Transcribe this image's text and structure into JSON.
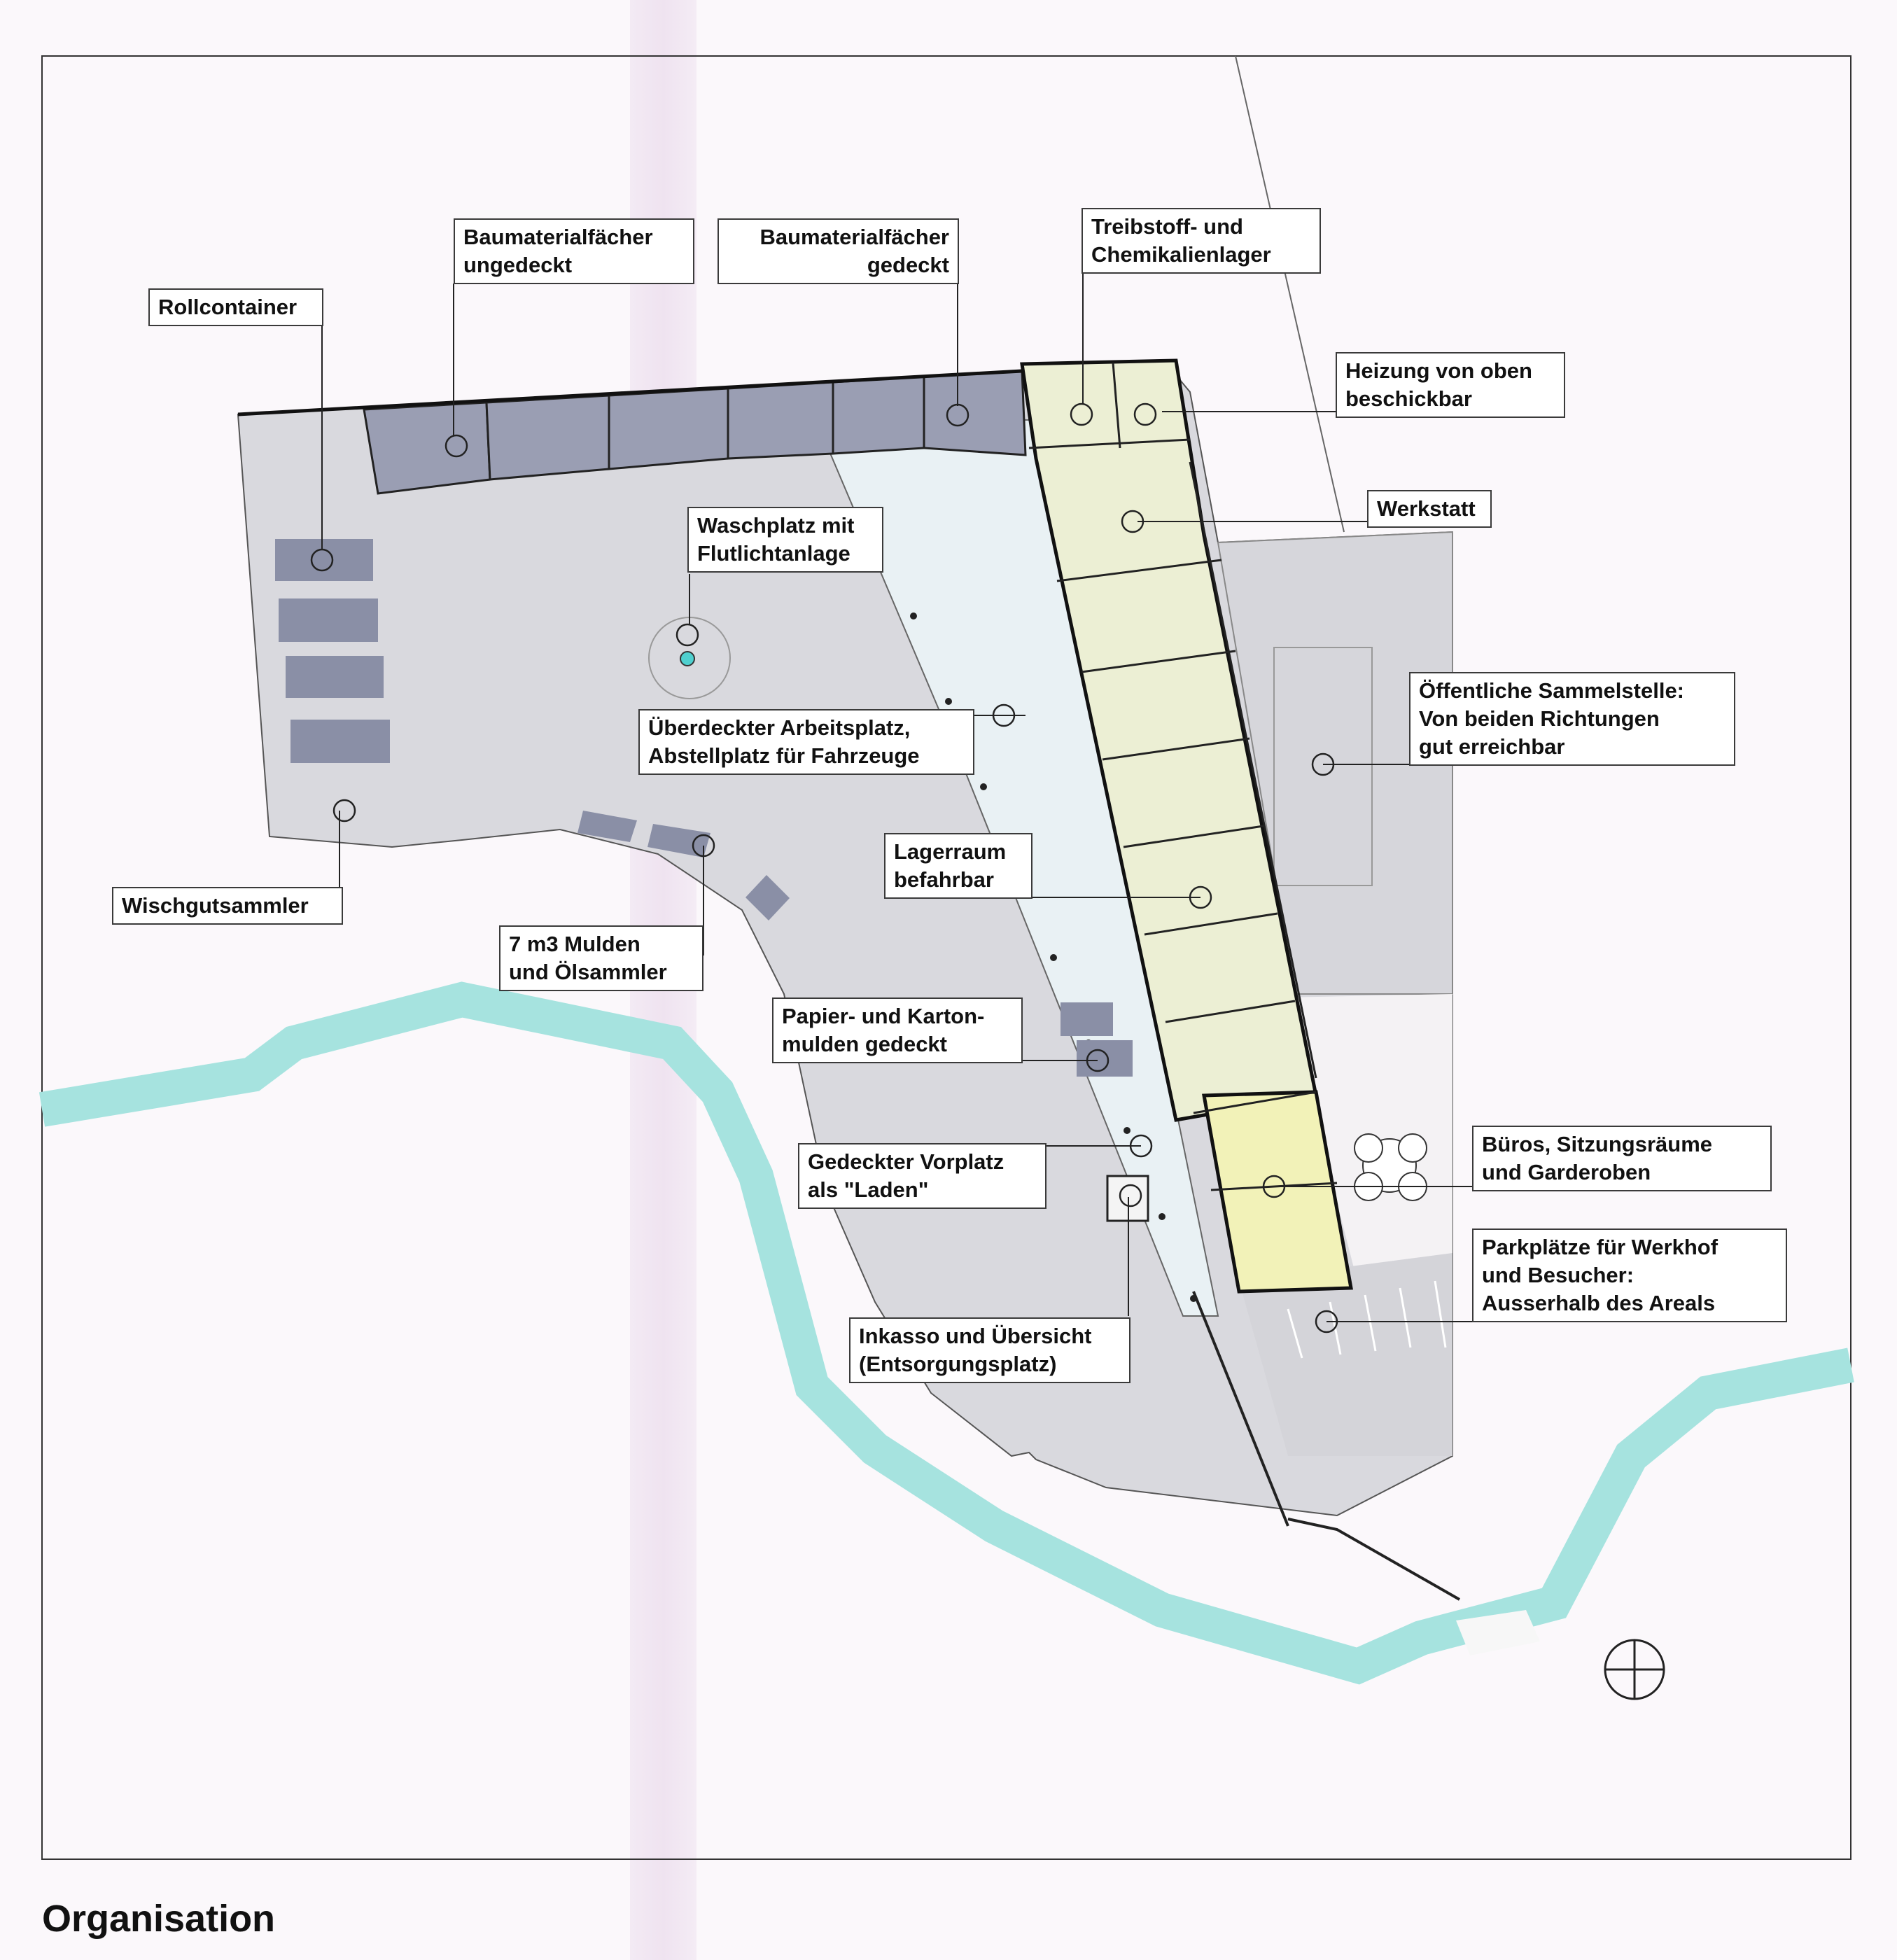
{
  "title": "Organisation",
  "colors": {
    "ground": "#d9d9de",
    "bay": "#9a9eb3",
    "container": "#8a8fa6",
    "building": "#ecefd4",
    "office": "#f2f2b8",
    "covered_area": "#e9f1f4",
    "river": "#a6e3df",
    "wash_point": "#4fd0cf"
  },
  "icons": {
    "compass": "north-arrow-icon",
    "tree": "tree-icon",
    "reference_marker": "circle-marker-icon"
  },
  "labels": {
    "rollcontainer": [
      "Rollcontainer"
    ],
    "baumaterial_ungedeckt": [
      "Baumaterialfächer",
      "ungedeckt"
    ],
    "baumaterial_gedeckt": [
      "Baumaterialfächer",
      "gedeckt"
    ],
    "treibstoff": [
      "Treibstoff- und",
      "Chemikalienlager"
    ],
    "heizung": [
      "Heizung von oben",
      "beschickbar"
    ],
    "werkstatt": [
      "Werkstatt"
    ],
    "waschplatz": [
      "Waschplatz mit",
      "Flutlichtanlage"
    ],
    "arbeitsplatz": [
      "Überdeckter Arbeitsplatz,",
      "Abstellplatz für Fahrzeuge"
    ],
    "sammelstelle": [
      "Öffentliche Sammelstelle:",
      "Von beiden Richtungen",
      "gut erreichbar"
    ],
    "lagerraum": [
      "Lagerraum",
      "befahrbar"
    ],
    "wischgut": [
      "Wischgutsammler"
    ],
    "mulden": [
      "7 m3 Mulden",
      "und Ölsammler"
    ],
    "papier": [
      "Papier- und Karton-",
      "mulden gedeckt"
    ],
    "vorplatz": [
      "Gedeckter Vorplatz",
      "als \"Laden\""
    ],
    "bueros": [
      "Büros, Sitzungsräume",
      "und Garderoben"
    ],
    "parkplaetze": [
      "Parkplätze für Werkhof",
      "und Besucher:",
      "Ausserhalb des Areals"
    ],
    "inkasso": [
      "Inkasso und Übersicht",
      "(Entsorgungsplatz)"
    ]
  }
}
